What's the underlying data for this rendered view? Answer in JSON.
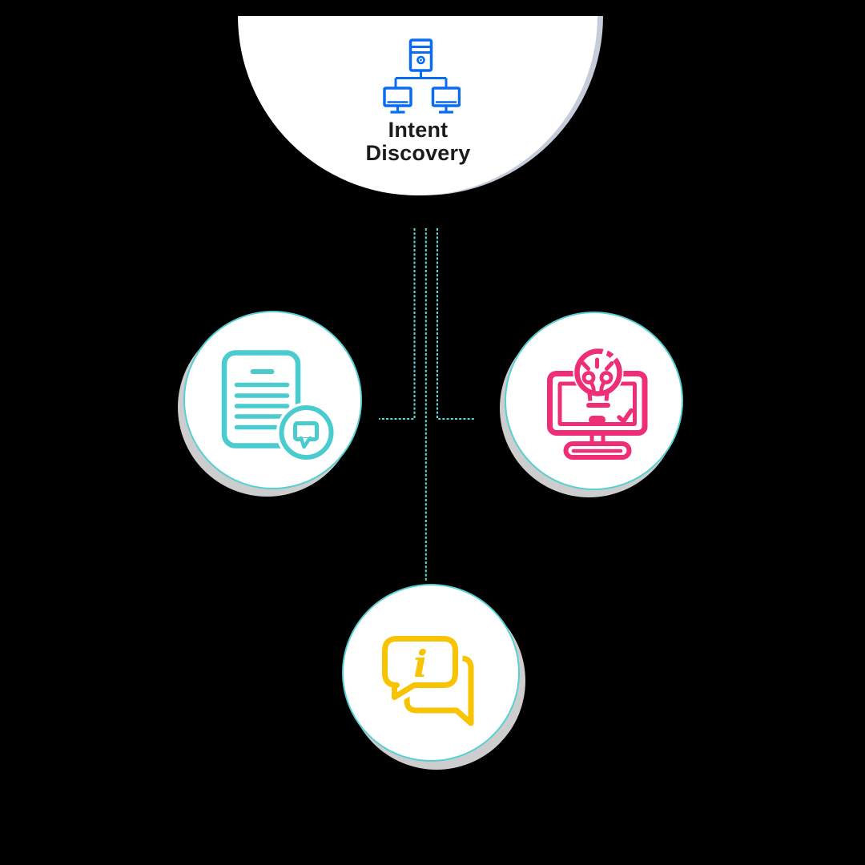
{
  "header": {
    "title": "Intent Discovery",
    "icon": "network-server-icon"
  },
  "connectors": {
    "style": "dotted",
    "count": 3,
    "color": "#5ad8d8"
  },
  "nodes": [
    {
      "id": "left",
      "icon": "document-chat-icon",
      "accent": "#49cbd0"
    },
    {
      "id": "right",
      "icon": "monitor-lightbulb-icon",
      "accent": "#ee2e77"
    },
    {
      "id": "bottom",
      "icon": "chat-info-icon",
      "accent": "#f8c301",
      "glyph": "i"
    }
  ],
  "colors": {
    "canvas-bg": "#000000",
    "header-fill": "#ffffff",
    "header-shadow": "#c3ccd8",
    "title-color": "#1b1b1b",
    "node-fill": "#ffffff",
    "node-border": "#58cfd2",
    "node-shadow": "#cdcdcd",
    "connector": "#5ad8d8",
    "blue": "#0b6cf0",
    "teal": "#49cbd0",
    "pink": "#ee2e77",
    "yellow": "#f8c301"
  }
}
